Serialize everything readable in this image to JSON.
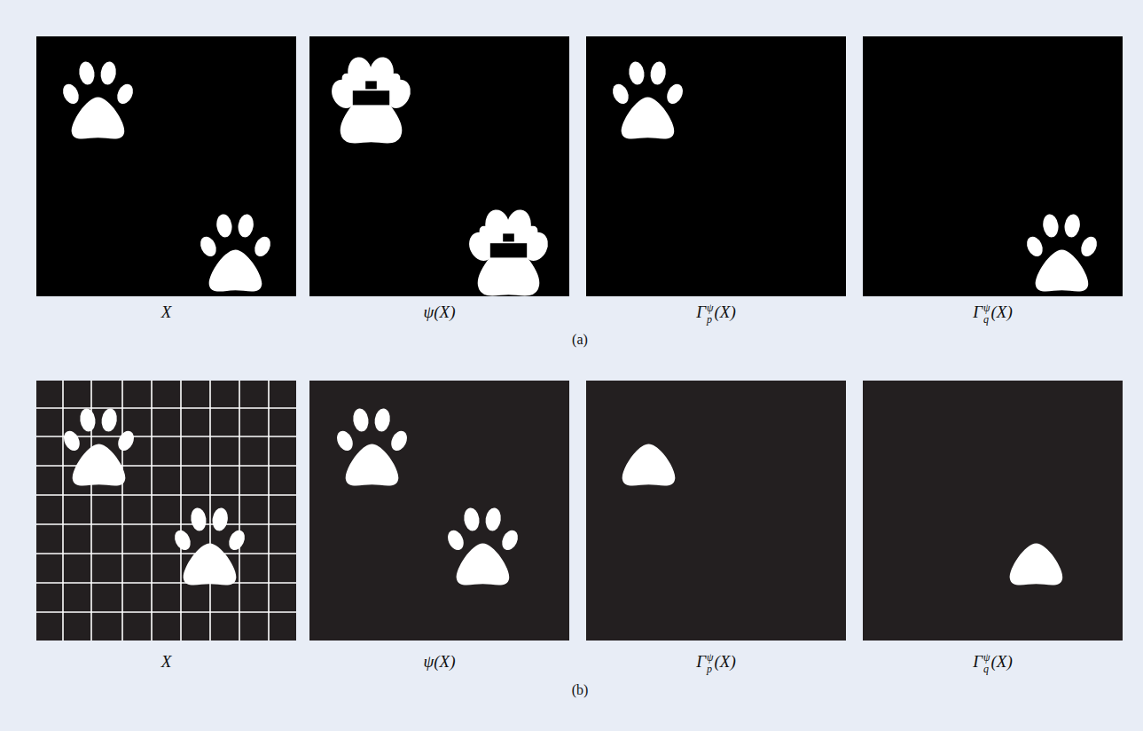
{
  "diagram": {
    "labels": [
      "X",
      "ψ(X)",
      "Γ",
      "ψ",
      "p",
      "(X)",
      "Γ",
      "ψ",
      "q",
      "(X)",
      "(a)",
      "X",
      "ψ(X)",
      "Γ",
      "ψ",
      "p",
      "(X)",
      "Γ",
      "ψ",
      "q",
      "(X)",
      "(b)"
    ]
  }
}
